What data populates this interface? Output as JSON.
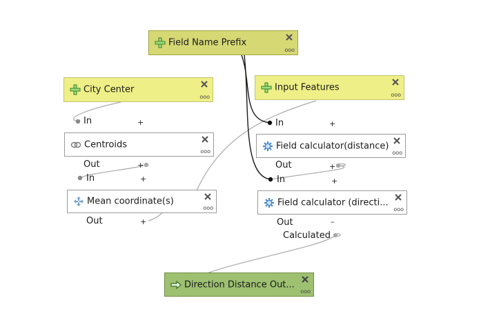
{
  "nodes": {
    "field_name_prefix": {
      "label": "Field Name Prefix",
      "icon": "plus-icon"
    },
    "city_center": {
      "label": "City Center",
      "icon": "plus-icon"
    },
    "input_features": {
      "label": "Input Features",
      "icon": "plus-icon"
    },
    "centroids": {
      "label": "Centroids",
      "icon": "centroids-icon",
      "in": "In",
      "out": "Out"
    },
    "mean_coordinates": {
      "label": "Mean coordinate(s)",
      "icon": "mean-coordinate-icon",
      "in": "In",
      "out": "Out"
    },
    "field_calc_distance": {
      "label": "Field calculator(distance)",
      "icon": "gear-icon",
      "in": "In",
      "out": "Out"
    },
    "field_calc_direction": {
      "label": "Field calculator (directi...",
      "icon": "gear-icon",
      "in": "In",
      "out": "Out",
      "calculated": "Calculated"
    },
    "direction_distance_output": {
      "label": "Direction Distance Out...",
      "icon": "arrow-right-icon"
    }
  },
  "symbols": {
    "plus": "+",
    "minus": "–",
    "more": "ooo"
  },
  "colors": {
    "input": "#eeef86",
    "prefix": "#d6d874",
    "output": "#9dc071",
    "wire": "#a9a9a9",
    "wire_dark": "#1a1a1a",
    "gear": "#4a88c8"
  }
}
